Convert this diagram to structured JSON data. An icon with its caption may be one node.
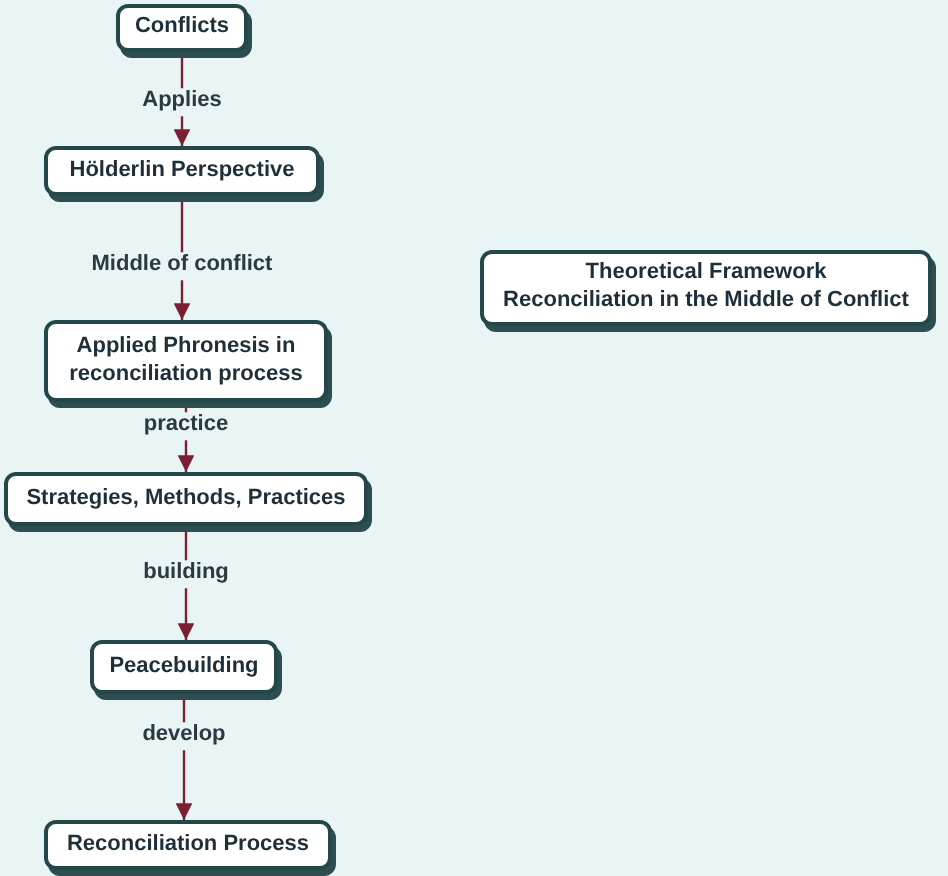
{
  "diagram": {
    "nodes": [
      {
        "text": [
          "Conflicts"
        ]
      },
      {
        "text": [
          "Hölderlin Perspective"
        ]
      },
      {
        "text": [
          "Applied Phronesis in reconciliation process"
        ]
      },
      {
        "text": [
          "Strategies, Methods, Practices"
        ]
      },
      {
        "text": [
          "Peacebuilding"
        ]
      },
      {
        "text": [
          "Reconciliation Process"
        ]
      },
      {
        "text": [
          "Theoretical Framework",
          "Reconciliation in the Middle of Conflict"
        ]
      }
    ],
    "edges": [
      {
        "from": 0,
        "to": 1,
        "arrow": "to",
        "label": "Applies"
      },
      {
        "from": 1,
        "to": 2,
        "arrow": "to",
        "label": "Middle of conflict"
      },
      {
        "from": 2,
        "to": 3,
        "arrow": "to",
        "label": "practice"
      },
      {
        "from": 3,
        "to": 4,
        "arrow": "to",
        "label": "building"
      },
      {
        "from": 4,
        "to": 5,
        "arrow": "to",
        "label": "develop"
      }
    ]
  }
}
